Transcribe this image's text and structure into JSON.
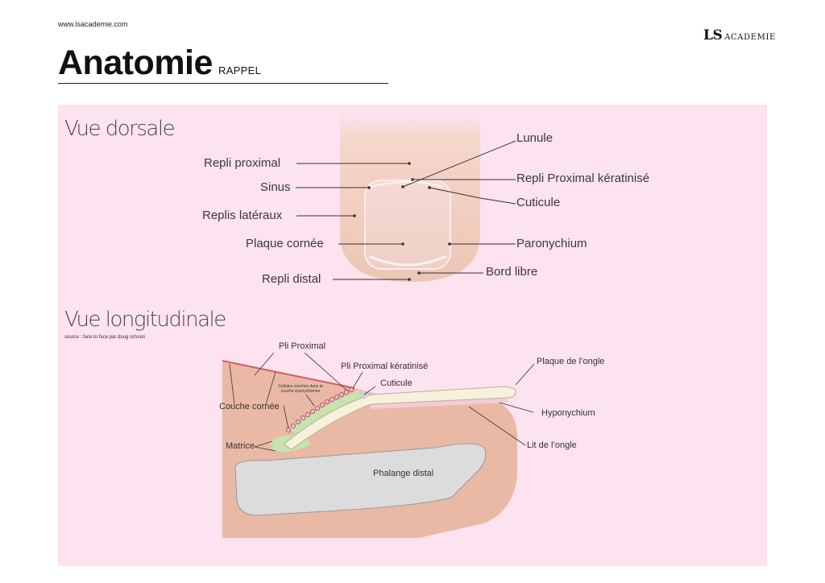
{
  "header": {
    "url": "www.lsacademie.com",
    "logo_ls": "LS",
    "logo_academie": "ACADEMIE",
    "title": "Anatomie",
    "subtitle": "RAPPEL"
  },
  "dorsal": {
    "heading": "Vue dorsale",
    "labels": {
      "repli_proximal": "Repli proximal",
      "sinus": "Sinus",
      "replis_lateraux": "Replis latéraux",
      "plaque_cornee": "Plaque cornée",
      "repli_distal": "Repli distal",
      "lunule": "Lunule",
      "repli_proximal_keratinise": "Repli Proximal kératinisé",
      "cuticule": "Cuticule",
      "paronychium": "Paronychium",
      "bord_libre": "Bord libre"
    }
  },
  "longitudinal": {
    "heading": "Vue longitudinale",
    "source": "source : face to face par doug schoon",
    "labels": {
      "pli_proximal": "Pli Proximal",
      "pli_proximal_keratinise": "Pli Proximal kératinisé",
      "cuticule": "Cuticule",
      "plaque_ongle": "Plaque de l’ongle",
      "cellules_souches": "Cellules souches dans la couche éponychienne",
      "couche_cornee": "Couche cornée",
      "matrice": "Matrice",
      "hyponychium": "Hyponychium",
      "lit_ongle": "Lit de l’ongle",
      "phalange_distal": "Phalange distal"
    }
  }
}
